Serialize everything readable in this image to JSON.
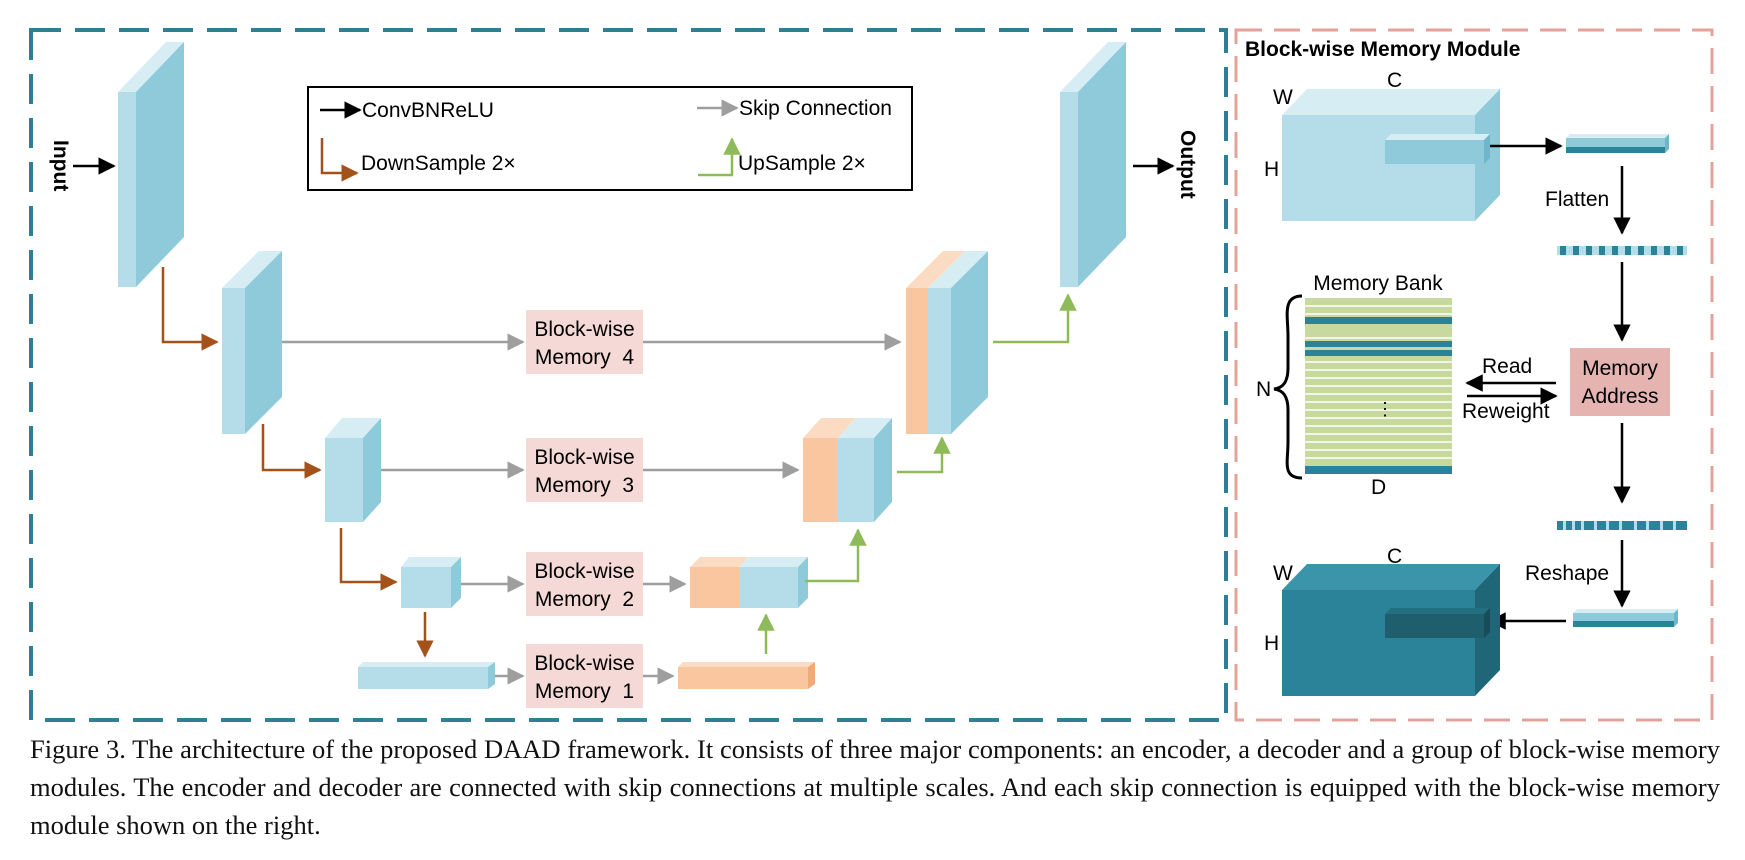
{
  "legend": {
    "conv": "ConvBNReLU",
    "skip": "Skip Connection",
    "down": "DownSample 2×",
    "up": "UpSample 2×"
  },
  "io": {
    "input": "Input",
    "output": "Output"
  },
  "memory_blocks": [
    {
      "line1": "Block-wise",
      "line2": "Memory  4"
    },
    {
      "line1": "Block-wise",
      "line2": "Memory  3"
    },
    {
      "line1": "Block-wise",
      "line2": "Memory  2"
    },
    {
      "line1": "Block-wise",
      "line2": "Memory  1"
    }
  ],
  "module": {
    "title": "Block-wise Memory Module",
    "w": "W",
    "c": "C",
    "h": "H",
    "flatten": "Flatten",
    "memory_bank": "Memory Bank",
    "n": "N",
    "d": "D",
    "dots": "⋮",
    "read": "Read",
    "reweight": "Reweight",
    "address_line1": "Memory",
    "address_line2": "Address",
    "reshape": "Reshape"
  },
  "caption": "Figure 3. The architecture of the proposed DAAD framework. It consists of three major components: an encoder, a decoder and a group of block-wise memory modules. The encoder and decoder are connected with skip connections at multiple scales. And each skip connection is equipped with the block-wise memory module shown on the right.",
  "colors": {
    "teal_border": "#2e7f94",
    "pink_border": "#e3a29a",
    "block_front": "#b5dde9",
    "block_top": "#d6edf4",
    "block_side": "#8fcadb",
    "orange": "#f9c6a0",
    "memory_fill": "#f4d9d6",
    "address_fill": "#e5b3b0",
    "bank_green": "#c8d9a0",
    "bank_teal": "#2b8399",
    "down_arrow": "#a4521a",
    "up_arrow": "#8fba5a",
    "skip_arrow": "#9e9e9e",
    "dark_block": "#2b8399"
  }
}
